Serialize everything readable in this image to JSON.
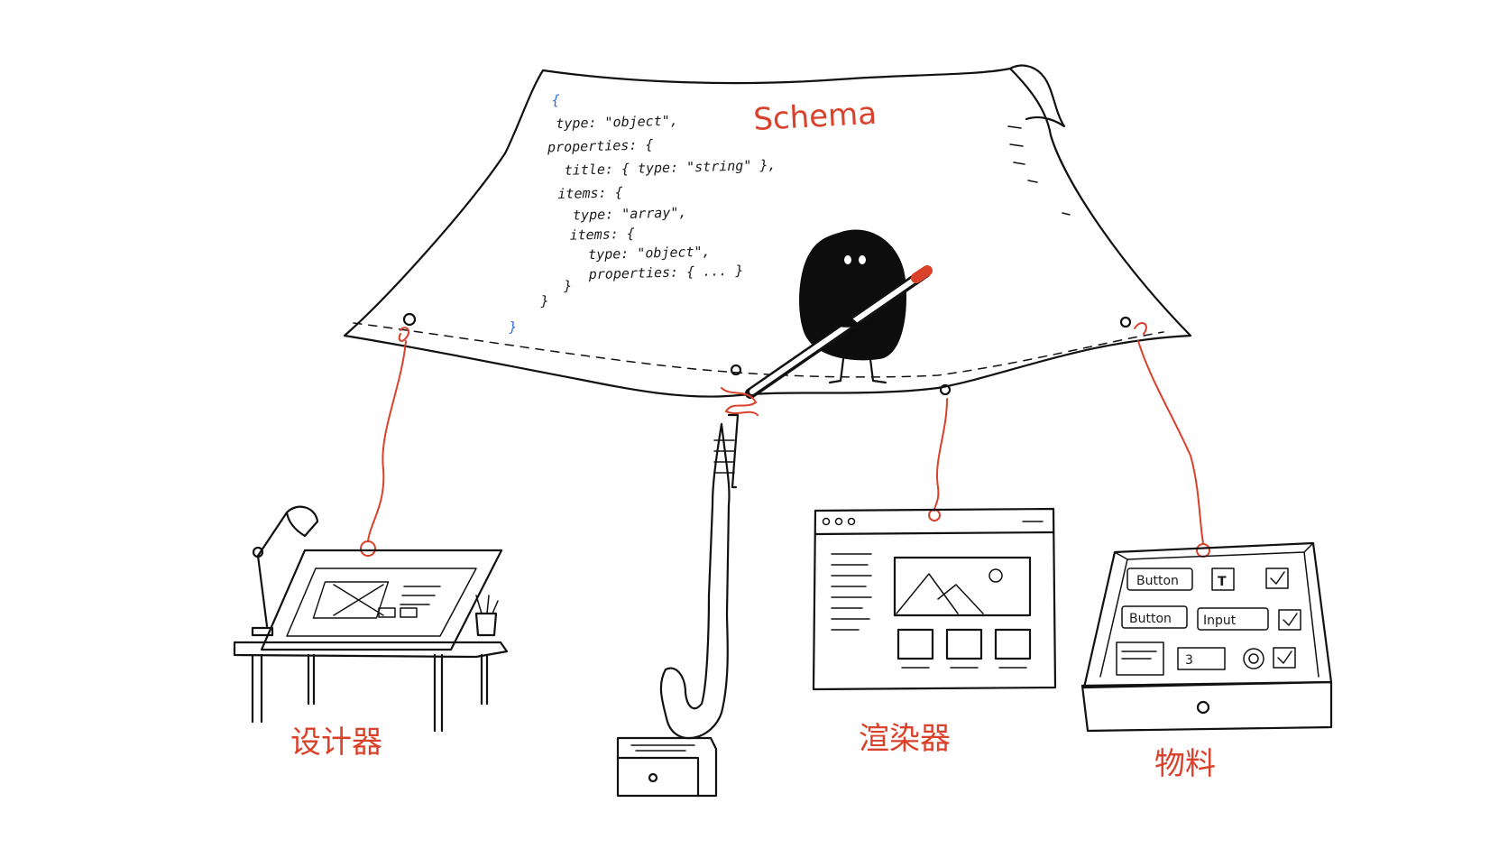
{
  "schema_sheet": {
    "title": "Schema",
    "code_lines": [
      "{",
      "type: \"object\",",
      "properties: {",
      "title: { type: \"string\" },",
      "items: {",
      "type: \"array\",",
      "items: {",
      "type: \"object\",",
      "properties: { ... }",
      "}",
      "}",
      "}"
    ]
  },
  "labels": {
    "designer": "设计器",
    "renderer": "渲染器",
    "materials": "物料"
  },
  "materials_box": {
    "button_1": "Button",
    "button_2": "Button",
    "text_icon": "T",
    "input": "Input",
    "number": "3"
  },
  "colors": {
    "ink": "#111111",
    "accent_red": "#d9412b",
    "brace_blue": "#2b6fd6"
  }
}
